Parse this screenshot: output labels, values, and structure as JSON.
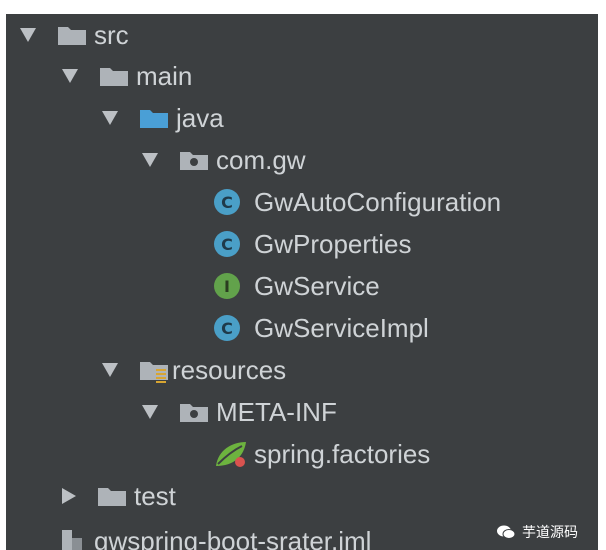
{
  "tree": {
    "src": "src",
    "main": "main",
    "java": "java",
    "package": "com.gw",
    "classes": [
      {
        "name": "GwAutoConfiguration",
        "kind": "C"
      },
      {
        "name": "GwProperties",
        "kind": "C"
      },
      {
        "name": "GwService",
        "kind": "I"
      },
      {
        "name": "GwServiceImpl",
        "kind": "C"
      }
    ],
    "resources": "resources",
    "meta_inf": "META-INF",
    "factories": "spring.factories",
    "test": "test",
    "iml": "gwspring-boot-srater.iml"
  },
  "watermark": "芋道源码",
  "colors": {
    "panel_bg": "#3c3f41",
    "text": "#cfd3d6",
    "class_icon": "#4a9fc7",
    "interface_icon": "#62a24b",
    "source_folder": "#4a9fd6"
  }
}
